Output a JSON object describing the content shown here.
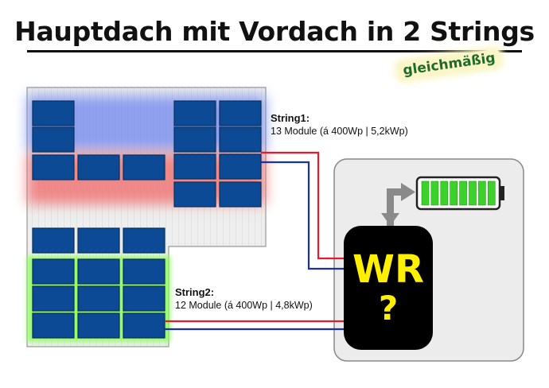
{
  "title": "Hauptdach mit Vordach in 2 Strings",
  "badge": "gleichmäßig",
  "string1": {
    "name": "String1:",
    "detail": "13 Module (á 400Wp | 5,2kWp)"
  },
  "string2": {
    "name": "String2:",
    "detail": "12 Module (á 400Wp | 4,8kWp)"
  },
  "inverter": {
    "label": "WR",
    "status": "?"
  },
  "battery": {
    "cells": 8,
    "charge_level": 1.0
  },
  "colors": {
    "module": "#0d4a96",
    "roof": "#f0f0f0",
    "wire_positive": "#e8192c",
    "wire_negative": "#1a2fa8",
    "inverter": "#000000",
    "inverter_text": "#ffef00",
    "battery_cell": "#3dd12b",
    "arrow": "#8a8a8a"
  }
}
